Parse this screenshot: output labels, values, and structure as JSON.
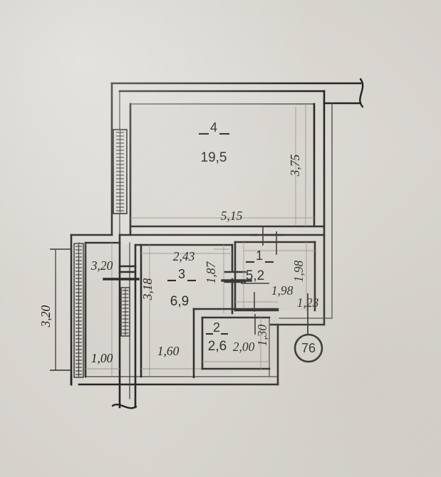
{
  "document": {
    "kind": "apartment-floor-plan",
    "background_color": "#dedbd5",
    "ink_color": "#1d1c1a"
  },
  "rooms": [
    {
      "id": "4",
      "number": "4",
      "area": "19,5"
    },
    {
      "id": "3",
      "number": "3",
      "area": "6,9"
    },
    {
      "id": "1",
      "number": "1",
      "area": "5,2"
    },
    {
      "id": "2",
      "number": "2",
      "area": "2,6"
    }
  ],
  "dimensions": {
    "room4_width": "5,15",
    "room4_height": "3,75",
    "balcony_height": "3,20",
    "balcony_width": "1,00",
    "overall_left_height": "3,20",
    "room3_top": "2,43",
    "room3_right": "1,87",
    "room3_left": "3,18",
    "room3_bottom": "1,60",
    "room1_bottom": "1,98",
    "room1_right": "1,98",
    "corner_small": "1,23",
    "room2_width": "2,00",
    "room2_height": "1,30"
  },
  "badge": {
    "label": "76",
    "name": "apartment-number-callout"
  },
  "symbols": {
    "break_top_right": "break-line",
    "break_bottom": "break-line",
    "window_left": "window-hatch",
    "window_mid": "window-hatch"
  }
}
